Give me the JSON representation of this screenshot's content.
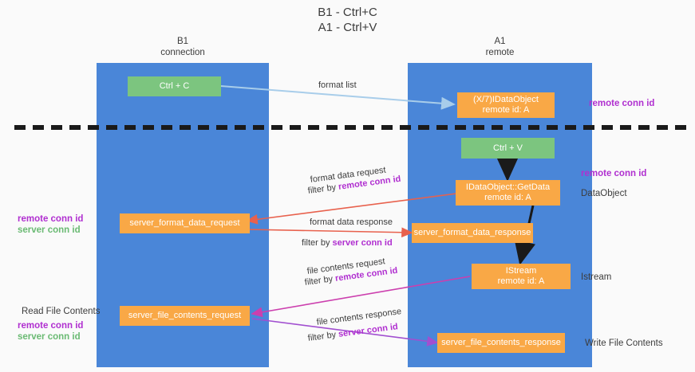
{
  "title": {
    "line1": "B1 - Ctrl+C",
    "line2": "A1 - Ctrl+V"
  },
  "lanes": [
    {
      "id": "b1",
      "name": "B1",
      "role": "connection",
      "color": "#4a86d8"
    },
    {
      "id": "a1",
      "name": "A1",
      "role": "remote",
      "color": "#4a86d8"
    }
  ],
  "nodes": {
    "ctrl_c": "Ctrl + C",
    "ctrl_v": "Ctrl + V",
    "idataobject_line1": "(X/7)IDataObject",
    "idataobject_line2": "remote id: A",
    "getdata_line1": "IDataObject::GetData",
    "getdata_line2": "remote id: A",
    "istream_line1": "IStream",
    "istream_line2": "remote id: A",
    "server_format_data_request": "server_format_data_request",
    "server_format_data_response": "server_format_data_response",
    "server_file_contents_request": "server_file_contents_request",
    "server_file_contents_response": "server_file_contents_response"
  },
  "edges": {
    "format_list": "format list",
    "format_data_request": "format data request",
    "format_data_request_filter_prefix": "filter by ",
    "format_data_request_filter_key": "remote conn id",
    "format_data_response": "format data response",
    "format_data_response_filter_prefix": "filter by ",
    "format_data_response_filter_key": "server conn id",
    "file_contents_request": "file contents request",
    "file_contents_request_filter_prefix": "filter by ",
    "file_contents_request_filter_key": "remote conn id",
    "file_contents_response": "file contents response",
    "file_contents_response_filter_prefix": "filter by ",
    "file_contents_response_filter_key": "server conn id"
  },
  "annotations": {
    "right_remote_conn_id_top": "remote conn id",
    "right_remote_conn_id_mid": "remote conn id",
    "right_dataobject": "DataObject",
    "right_istream": "Istream",
    "right_write_file_contents": "Write File Contents",
    "left_remote_conn_id": "remote conn id",
    "left_server_conn_id": "server conn id",
    "left_read_file_contents": "Read File Contents",
    "left_remote_conn_id_2": "remote conn id",
    "left_server_conn_id_2": "server conn id"
  },
  "colors": {
    "lane": "#4a86d8",
    "node_orange": "#f9a846",
    "node_green": "#7cc57f",
    "arrow_light_blue": "#a8cdea",
    "arrow_red": "#e8614d",
    "arrow_magenta": "#cc3fae",
    "arrow_purple": "#a14fd0",
    "arrow_black": "#1a1a1a",
    "key_purple": "#b02fd0",
    "key_green": "#6aba73",
    "divider": "#1a1a1a"
  }
}
